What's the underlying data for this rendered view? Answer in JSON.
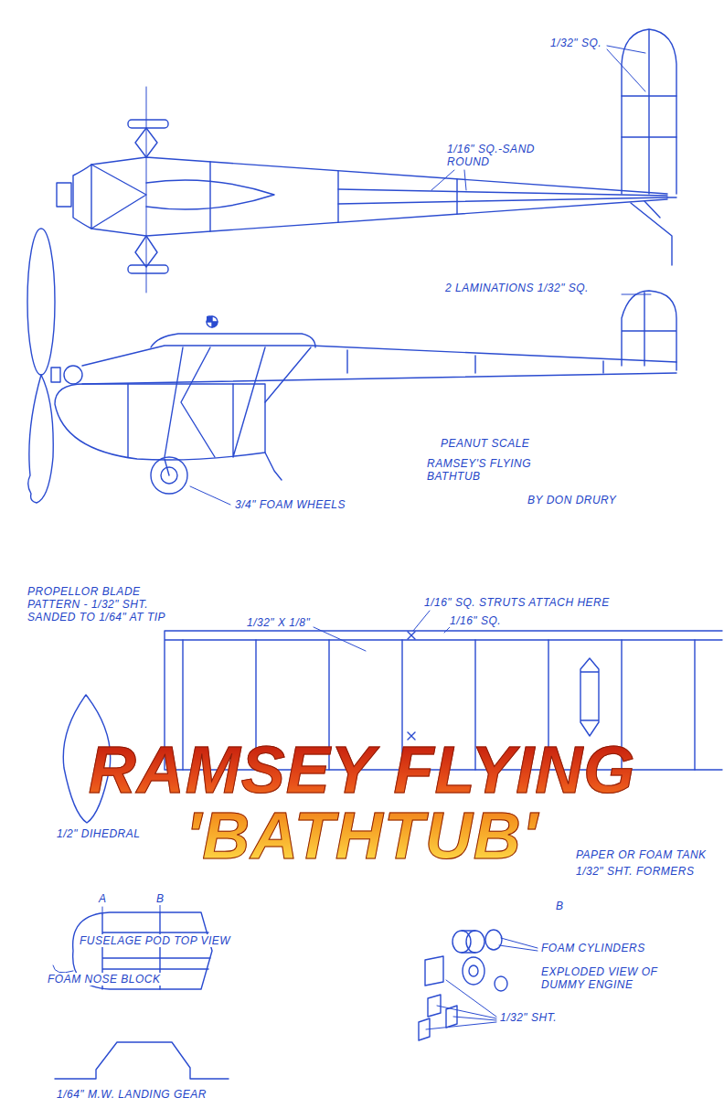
{
  "diagram": {
    "title": "RAMSEY FLYING 'BATHTUB'",
    "labels": [
      "1/32\" SQ.",
      "1/16\" SQ.-SAND ROUND",
      "2 LAMINATIONS 1/32\" SQ.",
      "PEANUT SCALE",
      "RAMSEY'S FLYING BATHTUB",
      "BY DON DRURY",
      "3/4\" FOAM WHEELS",
      "PROPELLOR BLADE PATTERN - 1/32\" SHT. SANDED TO 1/64\" AT TIP",
      "1/32\" X 1/8\"",
      "1/16\" SQ. STRUTS ATTACH HERE",
      "1/16\" SQ.",
      "1/2\" DIHEDRAL",
      "PAPER OR FOAM TANK",
      "1/32\" SHT. FORMERS",
      "A",
      "B",
      "B",
      "FUSELAGE POD TOP VIEW",
      "FOAM NOSE BLOCK",
      "FOAM CYLINDERS",
      "EXPLODED VIEW OF DUMMY ENGINE",
      "1/32\" SHT.",
      "1/64\" M.W. LANDING GEAR"
    ]
  }
}
